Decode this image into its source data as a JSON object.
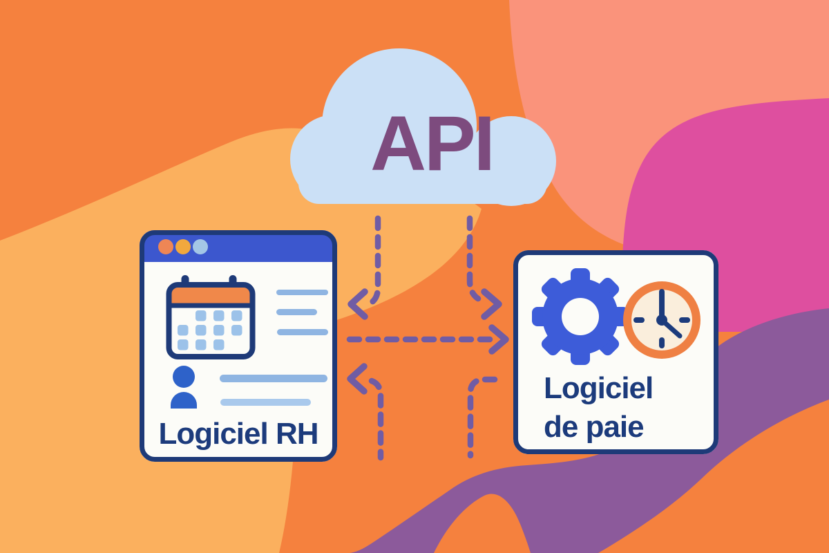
{
  "cloud": {
    "label": "API",
    "icon": "cloud-icon"
  },
  "left_card": {
    "title": "Logiciel RH",
    "icons": [
      "browser-window-icon",
      "calendar-icon",
      "user-icon"
    ],
    "placeholder_lines": 5
  },
  "right_card": {
    "title_lines": [
      "Logiciel",
      "de paie"
    ],
    "icons": [
      "gear-icon",
      "clock-icon"
    ]
  },
  "connections": [
    {
      "from": "api-cloud",
      "to": "logiciel-rh",
      "style": "dashed-arrow"
    },
    {
      "from": "api-cloud",
      "to": "logiciel-de-paie",
      "style": "dashed-arrow"
    },
    {
      "from": "logiciel-rh",
      "to": "logiciel-de-paie",
      "style": "dashed-arrow"
    },
    {
      "from": "logiciel-de-paie",
      "to": "logiciel-rh",
      "style": "dashed-arrow"
    }
  ],
  "colors": {
    "base_orange": "#F5813E",
    "yellow": "#FBB05E",
    "salmon": "#FA937B",
    "magenta": "#DE4F9F",
    "purple_wave": "#8C5A9B",
    "cloud_blue": "#CBE0F6",
    "api_text": "#7D4B7E",
    "arrow_purple": "#705CA4",
    "navy": "#1E3A78",
    "card_bg": "#FCFCF8",
    "header_blue": "#3C57CE",
    "gear_blue": "#3D5CD9",
    "clock_ring_orange": "#EF8043",
    "clock_face_cream": "#FAEEDC",
    "calendar_orange": "#F0884A",
    "calendar_grid_blue": "#9CC2E9",
    "person_blue": "#2E62C9",
    "line_blue": "#8FB5E2",
    "line_blue_light": "#A9C9EC",
    "dot_orange": "#EE8655",
    "dot_amber": "#F1A83E",
    "dot_blue": "#A3C6E6"
  }
}
